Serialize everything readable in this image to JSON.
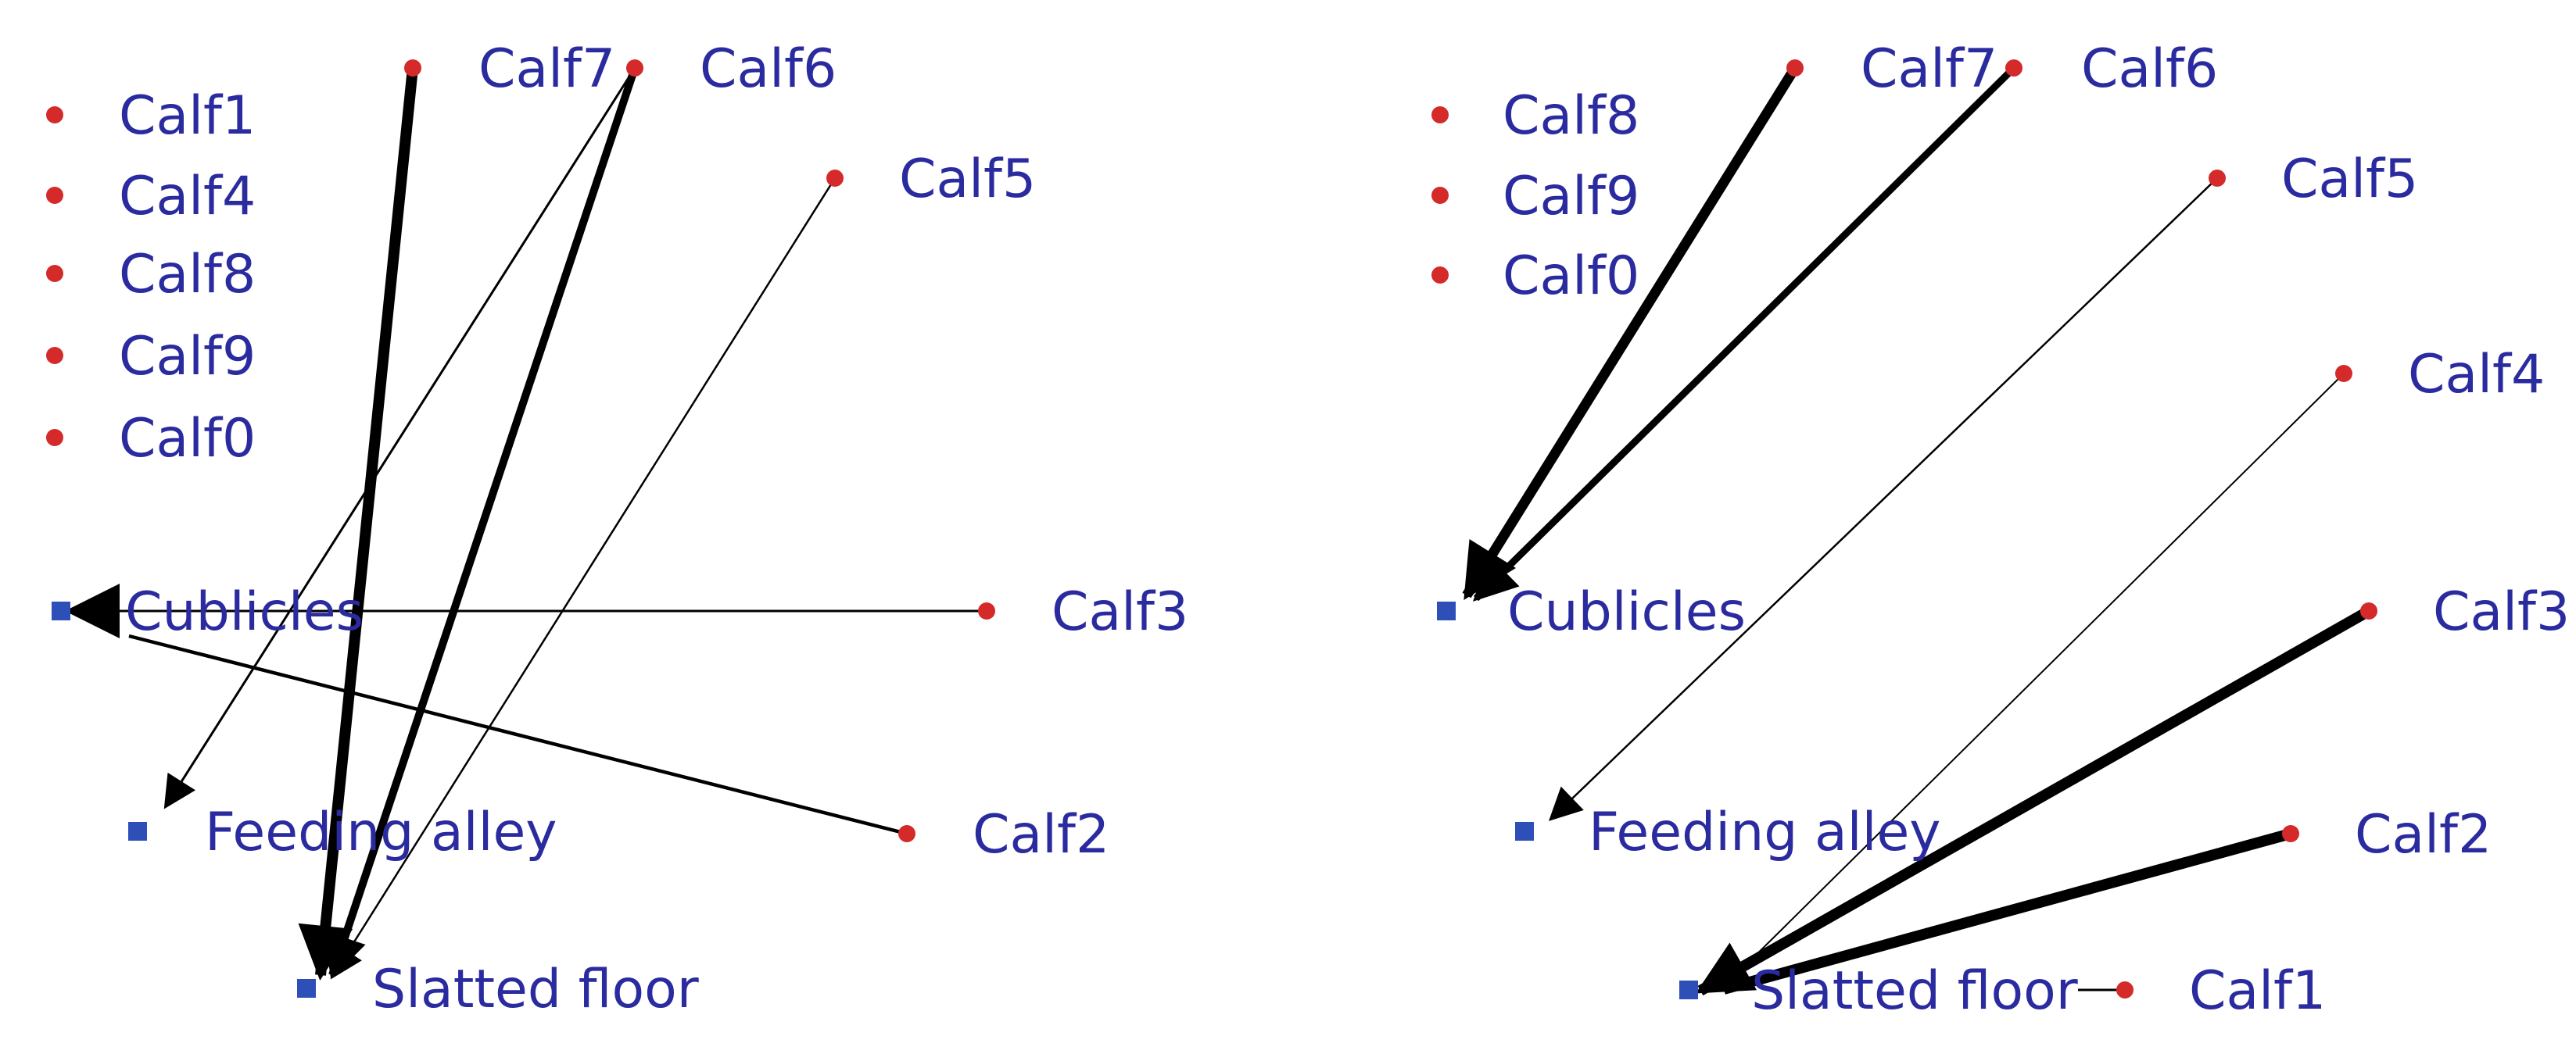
{
  "colors": {
    "calf_node": "#d42a2a",
    "location_node": "#2f4fb8",
    "label": "#2b2ba0",
    "edge": "#000000"
  },
  "graphs": [
    {
      "id": "left",
      "nodes": [
        {
          "id": "calf1",
          "label": "Calf1",
          "kind": "calf"
        },
        {
          "id": "calf4",
          "label": "Calf4",
          "kind": "calf"
        },
        {
          "id": "calf8",
          "label": "Calf8",
          "kind": "calf"
        },
        {
          "id": "calf9",
          "label": "Calf9",
          "kind": "calf"
        },
        {
          "id": "calf0",
          "label": "Calf0",
          "kind": "calf"
        },
        {
          "id": "calf7",
          "label": "Calf7",
          "kind": "calf"
        },
        {
          "id": "calf6",
          "label": "Calf6",
          "kind": "calf"
        },
        {
          "id": "calf5",
          "label": "Calf5",
          "kind": "calf"
        },
        {
          "id": "calf3",
          "label": "Calf3",
          "kind": "calf"
        },
        {
          "id": "calf2",
          "label": "Calf2",
          "kind": "calf"
        },
        {
          "id": "cublicles",
          "label": "Cublicles",
          "kind": "location"
        },
        {
          "id": "feeding",
          "label": "Feeding alley",
          "kind": "location"
        },
        {
          "id": "slatted",
          "label": "Slatted floor",
          "kind": "location"
        }
      ],
      "edges": [
        {
          "from": "calf7",
          "to": "slatted",
          "weight": "heavy"
        },
        {
          "from": "calf6",
          "to": "slatted",
          "weight": "medium"
        },
        {
          "from": "calf6",
          "to": "feeding",
          "weight": "thin"
        },
        {
          "from": "calf5",
          "to": "slatted",
          "weight": "thin"
        },
        {
          "from": "calf3",
          "to": "cublicles",
          "weight": "thin"
        },
        {
          "from": "calf2",
          "to": "cublicles",
          "weight": "light"
        }
      ]
    },
    {
      "id": "right",
      "nodes": [
        {
          "id": "calf8",
          "label": "Calf8",
          "kind": "calf"
        },
        {
          "id": "calf9",
          "label": "Calf9",
          "kind": "calf"
        },
        {
          "id": "calf0",
          "label": "Calf0",
          "kind": "calf"
        },
        {
          "id": "calf7",
          "label": "Calf7",
          "kind": "calf"
        },
        {
          "id": "calf6",
          "label": "Calf6",
          "kind": "calf"
        },
        {
          "id": "calf5",
          "label": "Calf5",
          "kind": "calf"
        },
        {
          "id": "calf4",
          "label": "Calf4",
          "kind": "calf"
        },
        {
          "id": "calf3",
          "label": "Calf3",
          "kind": "calf"
        },
        {
          "id": "calf2",
          "label": "Calf2",
          "kind": "calf"
        },
        {
          "id": "calf1",
          "label": "Calf1",
          "kind": "calf"
        },
        {
          "id": "cublicles",
          "label": "Cublicles",
          "kind": "location"
        },
        {
          "id": "feeding",
          "label": "Feeding alley",
          "kind": "location"
        },
        {
          "id": "slatted",
          "label": "Slatted floor",
          "kind": "location"
        }
      ],
      "edges": [
        {
          "from": "calf7",
          "to": "cublicles",
          "weight": "heavy"
        },
        {
          "from": "calf6",
          "to": "cublicles",
          "weight": "medium"
        },
        {
          "from": "calf5",
          "to": "feeding",
          "weight": "thin"
        },
        {
          "from": "calf4",
          "to": "slatted",
          "weight": "thin"
        },
        {
          "from": "calf3",
          "to": "slatted",
          "weight": "heavy"
        },
        {
          "from": "calf2",
          "to": "slatted",
          "weight": "heavy"
        },
        {
          "from": "calf1",
          "to": "slatted",
          "weight": "light"
        }
      ]
    }
  ]
}
